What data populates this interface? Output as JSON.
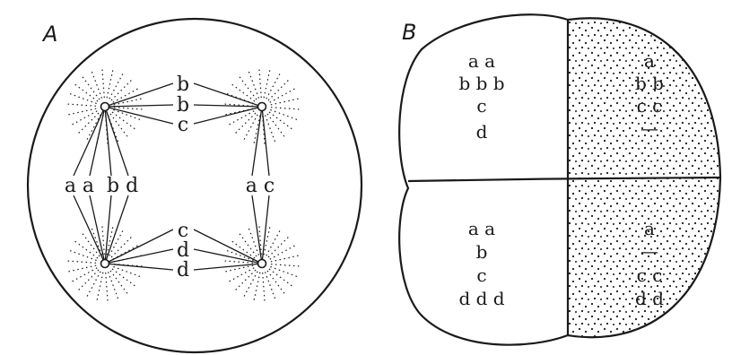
{
  "panel_a": {
    "label": "A",
    "upper_labels": [
      "b",
      "b",
      "c"
    ],
    "left_label": "a a  b d",
    "right_label": "a c",
    "lower_labels": [
      "c",
      "d",
      "d"
    ]
  },
  "panel_b": {
    "label": "B",
    "cells": {
      "top_left": [
        "a a",
        "b b b",
        "c",
        "d"
      ],
      "top_right": [
        "a",
        "b b",
        "c c",
        "—"
      ],
      "bottom_left": [
        "a a",
        "b",
        "c",
        "d d d"
      ],
      "bottom_right": [
        "a",
        "—",
        "c c",
        "d d"
      ]
    }
  },
  "colors": {
    "ink": "#1a1a1a",
    "background": "#ffffff"
  }
}
